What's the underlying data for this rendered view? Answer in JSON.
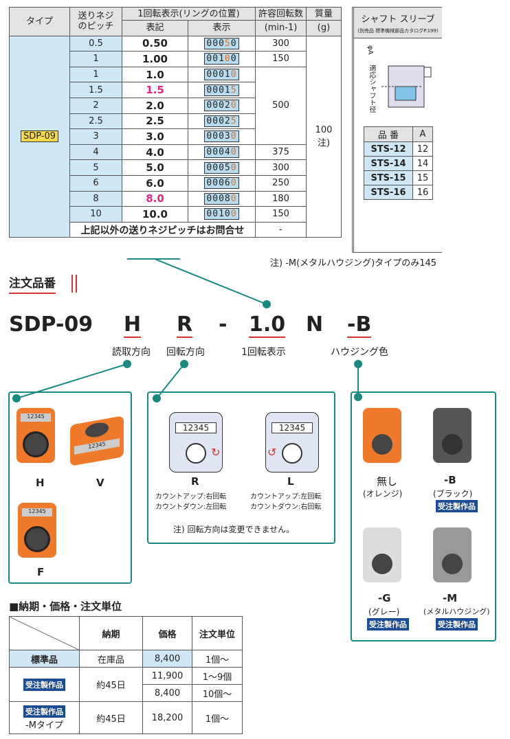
{
  "spec": {
    "headers": {
      "type": "タイプ",
      "pitch": "送りネジ\nのピッチ",
      "display_group": "1回転表示(リングの位置)",
      "notation": "表記",
      "display": "表示",
      "rpm": "許容回転数",
      "rpm_unit": "(min-1)",
      "mass": "質量",
      "mass_unit": "(g)"
    },
    "type_name": "SDP-09",
    "rows": [
      {
        "pitch": "0.5",
        "notation": "0.50",
        "d1": "000",
        "d2": "5",
        "d3": "0",
        "pink": false
      },
      {
        "pitch": "1",
        "notation": "1.00",
        "d1": "001",
        "d2": "0",
        "d3": "0",
        "pink": false
      },
      {
        "pitch": "1",
        "notation": "1.0",
        "d1": "0001",
        "d2": "0",
        "d3": "",
        "pink": false
      },
      {
        "pitch": "1.5",
        "notation": "1.5",
        "d1": "0001",
        "d2": "5",
        "d3": "",
        "pink": true
      },
      {
        "pitch": "2",
        "notation": "2.0",
        "d1": "0002",
        "d2": "0",
        "d3": "",
        "pink": false
      },
      {
        "pitch": "2.5",
        "notation": "2.5",
        "d1": "0002",
        "d2": "5",
        "d3": "",
        "pink": false
      },
      {
        "pitch": "3",
        "notation": "3.0",
        "d1": "0003",
        "d2": "0",
        "d3": "",
        "pink": false
      },
      {
        "pitch": "4",
        "notation": "4.0",
        "d1": "0004",
        "d2": "0",
        "d3": "",
        "pink": false
      },
      {
        "pitch": "5",
        "notation": "5.0",
        "d1": "0005",
        "d2": "0",
        "d3": "",
        "pink": false
      },
      {
        "pitch": "6",
        "notation": "6.0",
        "d1": "0006",
        "d2": "0",
        "d3": "",
        "pink": false
      },
      {
        "pitch": "8",
        "notation": "8.0",
        "d1": "0008",
        "d2": "0",
        "d3": "",
        "pink": true
      },
      {
        "pitch": "10",
        "notation": "10.0",
        "d1": "0010",
        "d2": "0",
        "d3": "",
        "pink": false
      }
    ],
    "rpm_values": [
      "300",
      "150",
      "500",
      "375",
      "300",
      "250",
      "180",
      "150"
    ],
    "mass_value": "100\n注)",
    "other_pitch": "上記以外の送りネジピッチはお問合せ",
    "other_rpm": "-",
    "footnote": "注) -M(メタルハウジング)タイプのみ145"
  },
  "sleeve": {
    "title": "シャフト スリーブ",
    "subtitle": "(別売品 標準機械部品カタログP.199)",
    "diagram_label_a": "φA",
    "diagram_label_shaft": "適応シャフト径",
    "col_part": "品 番",
    "col_a": "A",
    "rows": [
      {
        "part": "STS-12",
        "a": "12"
      },
      {
        "part": "STS-14",
        "a": "14"
      },
      {
        "part": "STS-15",
        "a": "15"
      },
      {
        "part": "STS-16",
        "a": "16"
      }
    ]
  },
  "order": {
    "heading": "注文品番",
    "code_parts": [
      "SDP-09",
      "H",
      "R",
      "-",
      "1.0",
      "N",
      "-B"
    ],
    "labels": {
      "read": "読取方向",
      "rot": "回転方向",
      "disp": "1回転表示",
      "housing": "ハウジング色"
    }
  },
  "reading": {
    "h": "H",
    "v": "V",
    "f": "F",
    "counter_text": "12345"
  },
  "rotation": {
    "r": "R",
    "l": "L",
    "r_desc1": "カウントアップ:右回転",
    "r_desc2": "カウントダウン:左回転",
    "l_desc1": "カウントアップ:左回転",
    "l_desc2": "カウントダウン:右回転",
    "note": "注) 回転方向は変更できません。",
    "counter_text": "12345"
  },
  "housing": {
    "none": "無し",
    "none_sub": "(オレンジ)",
    "b": "-B",
    "b_sub": "(ブラック)",
    "g": "-G",
    "g_sub": "(グレー)",
    "m": "-M",
    "m_sub": "(メタルハウジング)",
    "badge": "受注製作品"
  },
  "price": {
    "title": "■納期・価格・注文単位",
    "headers": [
      "納期",
      "価格",
      "注文単位"
    ],
    "std": "標準品",
    "std_lead": "在庫品",
    "std_price": "8,400",
    "std_unit": "1個〜",
    "made_badge": "受注製作品",
    "made_lead": "約45日",
    "made_price1": "11,900",
    "made_unit1": "1〜9個",
    "made_price2": "8,400",
    "made_unit2": "10個〜",
    "m_badge": "受注製作品",
    "m_sub": "-Mタイプ",
    "m_lead": "約45日",
    "m_price": "18,200",
    "m_unit": "1個〜"
  },
  "colors": {
    "teal": "#1a8a80",
    "orange": "#f07a2a",
    "blue_cell": "#cfe6f5",
    "badge": "#1c4d94",
    "pink": "#e0277e"
  }
}
